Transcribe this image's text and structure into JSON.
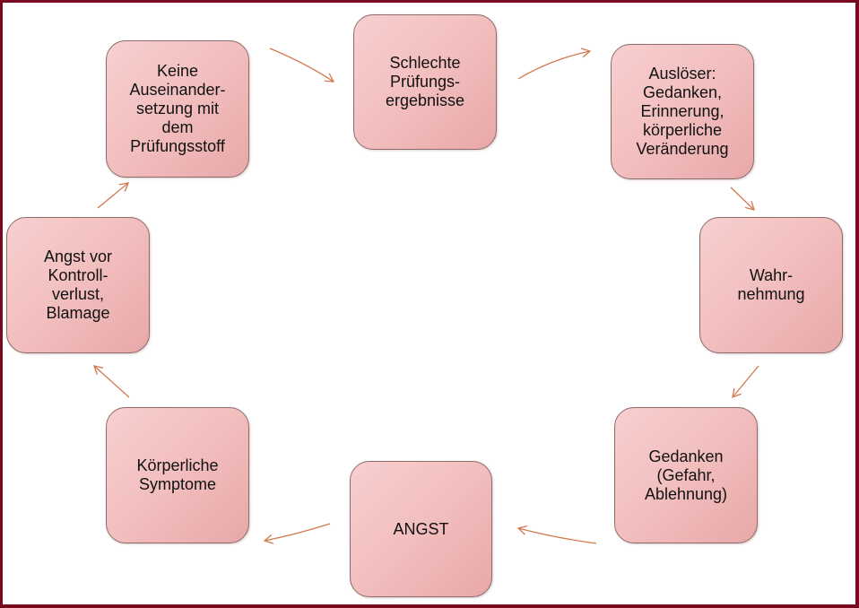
{
  "diagram": {
    "type": "cycle",
    "accent_color": "#7a0a1f",
    "node_fill": "#f3c0c0",
    "arrow_color": "#d4784f",
    "nodes": [
      {
        "id": "n1",
        "label": "Schlechte\nPrüfungs-\nergebnisse"
      },
      {
        "id": "n2",
        "label": "Auslöser:\nGedanken,\nErinnerung,\nkörperliche\nVeränderung"
      },
      {
        "id": "n3",
        "label": "Wahr-\nnehmung"
      },
      {
        "id": "n4",
        "label": "Gedanken\n(Gefahr,\nAblehnung)"
      },
      {
        "id": "n5",
        "label": "ANGST"
      },
      {
        "id": "n6",
        "label": "Körperliche\nSymptome"
      },
      {
        "id": "n7",
        "label": "Angst vor\nKontroll-\nverlust,\nBlamage"
      },
      {
        "id": "n8",
        "label": "Keine\nAuseinander-\nsetzung mit\ndem\nPrüfungsstoff"
      }
    ],
    "edges": [
      {
        "from": "n1",
        "to": "n2"
      },
      {
        "from": "n2",
        "to": "n3"
      },
      {
        "from": "n3",
        "to": "n4"
      },
      {
        "from": "n4",
        "to": "n5"
      },
      {
        "from": "n5",
        "to": "n6"
      },
      {
        "from": "n6",
        "to": "n7"
      },
      {
        "from": "n7",
        "to": "n8"
      },
      {
        "from": "n8",
        "to": "n1"
      }
    ]
  }
}
